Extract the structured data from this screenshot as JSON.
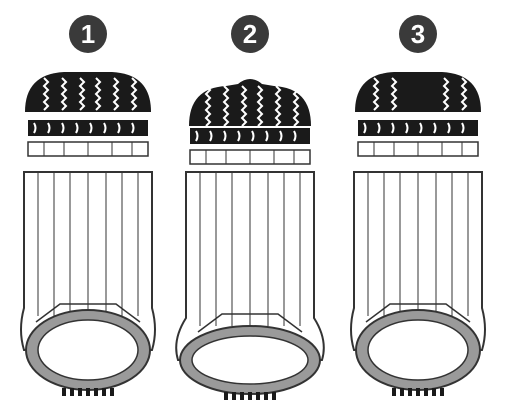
{
  "figures": [
    {
      "number": "1",
      "state": "correct-inflation"
    },
    {
      "number": "2",
      "state": "under-inflation"
    },
    {
      "number": "3",
      "state": "over-inflation"
    }
  ],
  "colors": {
    "badge": "#3a3a3a",
    "tread": "#1a1a1a",
    "outline": "#333333",
    "rim": "#9a9a9a",
    "background": "#ffffff"
  }
}
